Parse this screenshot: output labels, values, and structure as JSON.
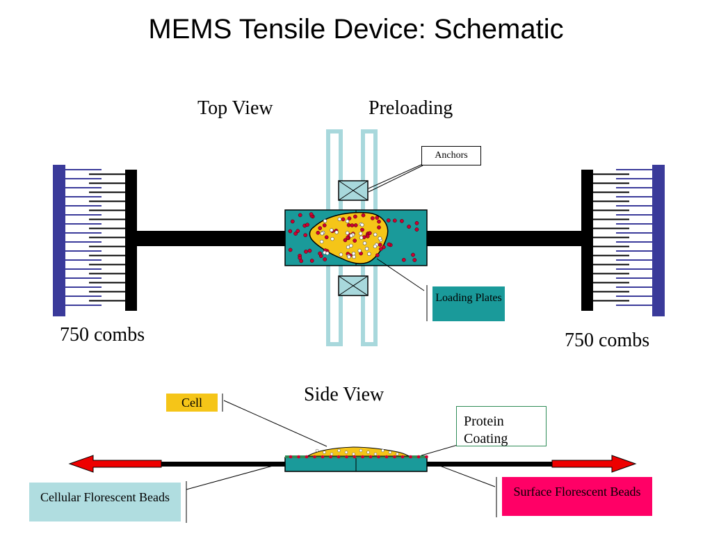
{
  "title": "MEMS Tensile Device: Schematic",
  "top_view_label": "Top View",
  "preloading_label": "Preloading",
  "side_view_label": "Side View",
  "combs_left_label": "750 combs",
  "combs_right_label": "750 combs",
  "callouts": {
    "anchors": "Anchors",
    "loading_plates": "Loading Plates",
    "cell": "Cell",
    "protein_coating": "Protein Coating",
    "cellular_beads": "Cellular Florescent Beads",
    "surface_beads": "Surface Florescent Beads"
  },
  "colors": {
    "comb_blue": "#3a3a9a",
    "plate_teal": "#1a9a9a",
    "cell_yellow": "#f5c518",
    "spring_blue": "#a8d8dc",
    "bead_red": "#cc0033",
    "arrow_red": "#ee0000",
    "protein_green": "#2e8b57",
    "cellular_box": "#b0dde0",
    "surface_box": "#ff0066"
  }
}
